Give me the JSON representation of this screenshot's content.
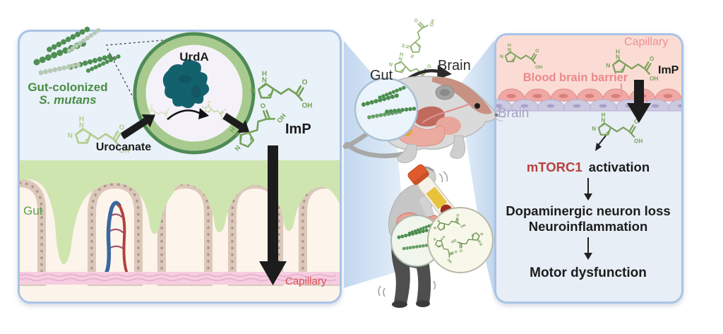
{
  "figure": {
    "left_panel": {
      "bacteria_title_line1": "Gut-colonized",
      "bacteria_title_line2": "S. mutans",
      "enzyme": "UrdA",
      "substrate": "Urocanate",
      "metabolite": "ImP",
      "gut": "Gut",
      "capillary": "Capillary"
    },
    "middle": {
      "gut": "Gut",
      "brain": "Brain"
    },
    "right_panel": {
      "capillary": "Capillary",
      "bbb": "Blood brain barrier",
      "metabolite": "ImP",
      "brain": "Brain",
      "mtorc1": "mTORC1",
      "activation": "activation",
      "outcome_line1": "Dopaminergic neuron loss",
      "outcome_line2": "Neuroinflammation",
      "outcome_final": "Motor dysfunction"
    },
    "atoms": {
      "n": "N",
      "h": "H",
      "o": "O",
      "oh": "OH"
    },
    "colors": {
      "panel_border": "#a9c3e6",
      "panel_bg_left": "#e9f1f9",
      "panel_bg_right": "#e7eef6",
      "pink_region": "#fbdcd4",
      "green_text": "#4a8c44",
      "red_text": "#b7403c",
      "pink_text": "#e9898c",
      "lavender_text": "#a7a2c5",
      "molecule_green": "#7ba25c",
      "arrow_black": "#1c1c1c"
    }
  }
}
